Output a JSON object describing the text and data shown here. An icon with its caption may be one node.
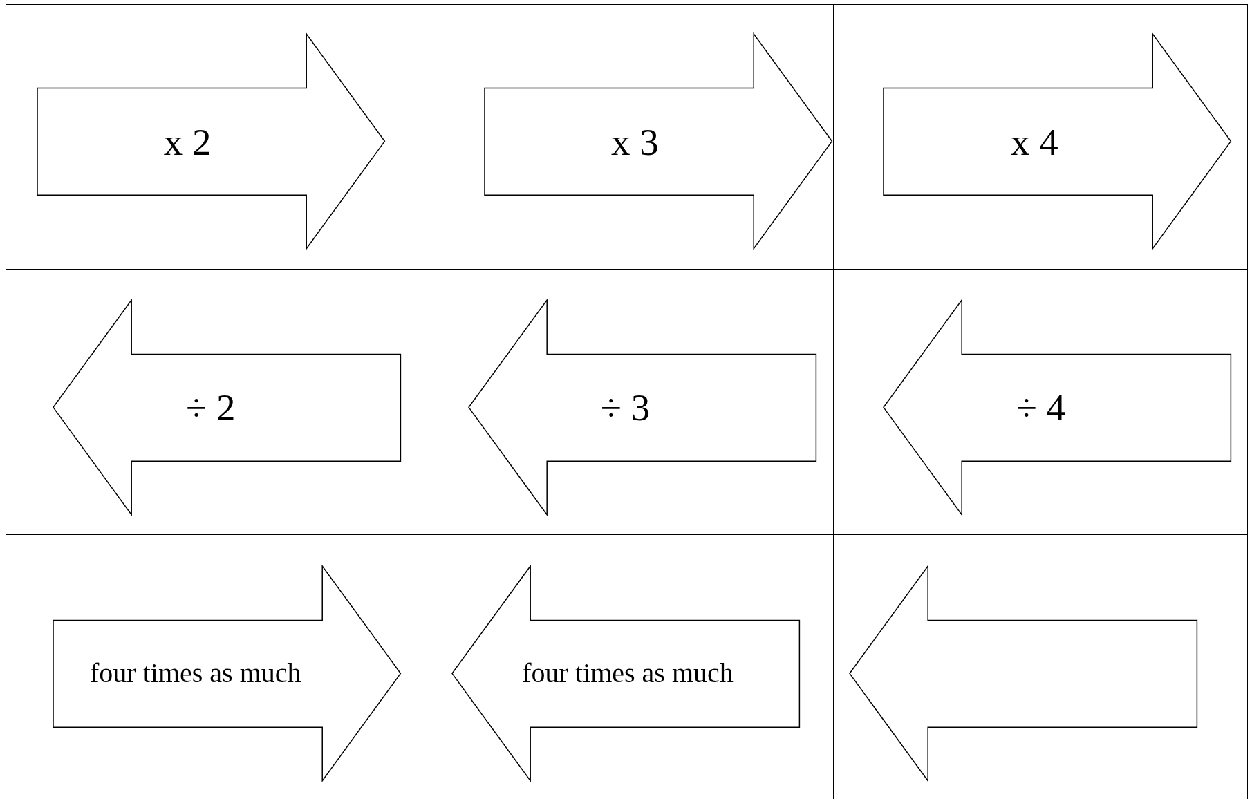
{
  "diagram": {
    "nodes": [
      {
        "text": [
          "x 2"
        ]
      },
      {
        "text": [
          "x 3"
        ]
      },
      {
        "text": [
          "x 4"
        ]
      },
      {
        "text": [
          "÷ 2"
        ]
      },
      {
        "text": [
          "÷ 3"
        ]
      },
      {
        "text": [
          "÷ 4"
        ]
      },
      {
        "text": [
          "four times as much"
        ]
      },
      {
        "text": [
          "four times as much"
        ]
      },
      {
        "text": [],
        "shape": "arrow"
      }
    ]
  }
}
